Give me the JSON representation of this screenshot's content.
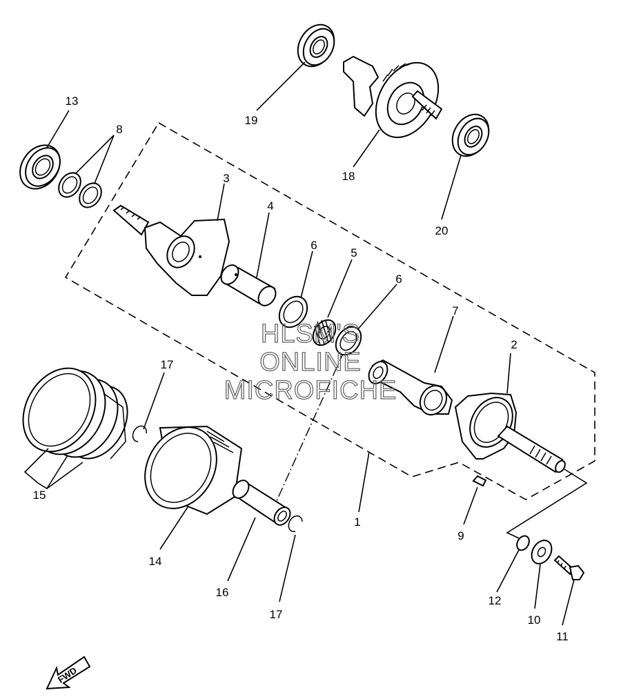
{
  "callouts": {
    "c1": "1",
    "c2": "2",
    "c3": "3",
    "c4": "4",
    "c5": "5",
    "c6a": "6",
    "c6b": "6",
    "c7": "7",
    "c8": "8",
    "c9": "9",
    "c10": "10",
    "c11": "11",
    "c12": "12",
    "c13": "13",
    "c14": "14",
    "c15": "15",
    "c16": "16",
    "c17a": "17",
    "c17b": "17",
    "c18": "18",
    "c19": "19",
    "c20": "20"
  },
  "watermark": {
    "line1": "HLSM'S",
    "line2": "ONLINE",
    "line3": "MICROFICHE"
  },
  "fwd_label": "FWD"
}
